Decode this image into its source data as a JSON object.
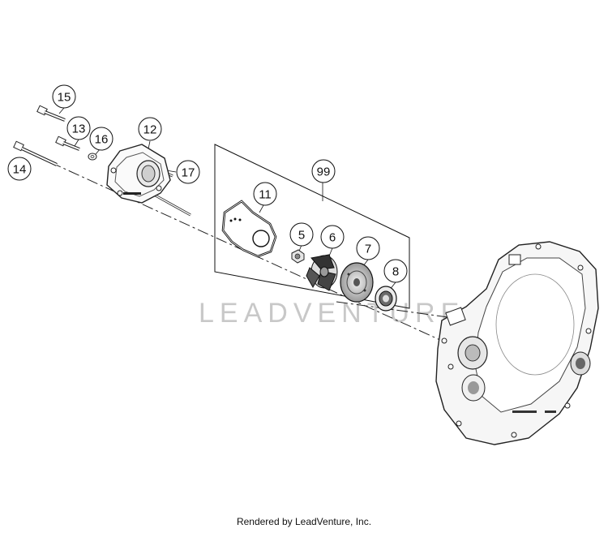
{
  "diagram": {
    "callouts": [
      {
        "id": "c15",
        "label": "15"
      },
      {
        "id": "c13",
        "label": "13"
      },
      {
        "id": "c16",
        "label": "16"
      },
      {
        "id": "c12",
        "label": "12"
      },
      {
        "id": "c14",
        "label": "14"
      },
      {
        "id": "c17",
        "label": "17"
      },
      {
        "id": "c99",
        "label": "99"
      },
      {
        "id": "c11",
        "label": "11"
      },
      {
        "id": "c5",
        "label": "5"
      },
      {
        "id": "c6",
        "label": "6"
      },
      {
        "id": "c7",
        "label": "7"
      },
      {
        "id": "c8",
        "label": "8"
      }
    ],
    "watermark": "LEADVENTURE",
    "footer": "Rendered by LeadVenture, Inc."
  }
}
